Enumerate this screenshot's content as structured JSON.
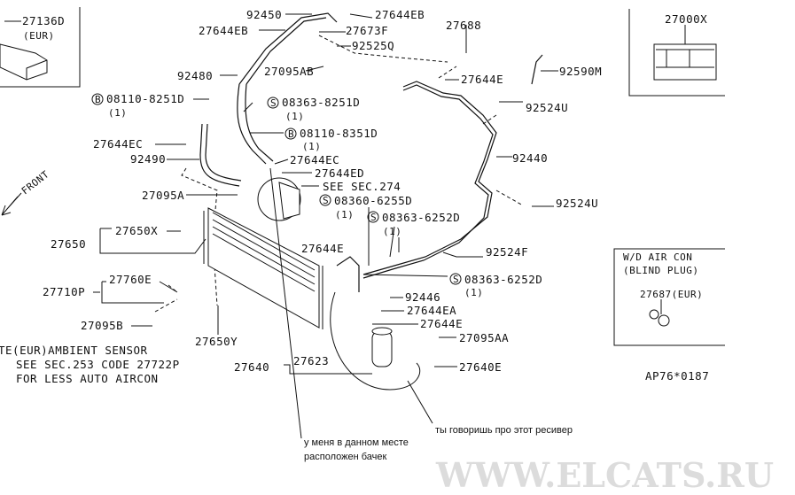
{
  "watermark": "WWW.ELCATS.RU",
  "inset_top_left": {
    "part": "27136D",
    "note": "(EUR)"
  },
  "inset_label": {
    "part": "27000X"
  },
  "inset_blind_plug": {
    "title1": "W/D AIR CON",
    "title2": "(BLIND PLUG)",
    "part": "27687(EUR)"
  },
  "front_label": "FRONT",
  "labels": {
    "p92450": "92450",
    "p27644EB_a": "27644EB",
    "p27644EB_b": "27644EB",
    "p27673F": "27673F",
    "p92525Q": "92525Q",
    "p27688": "27688",
    "p27095AB": "27095AB",
    "p92480": "92480",
    "p27644E_a": "27644E",
    "p92590M": "92590M",
    "b08110_8251D": "08110-8251D",
    "b08110_8251D_qty": "(1)",
    "s08363_8251D": "08363-8251D",
    "s08363_8251D_qty": "(1)",
    "p92524U_a": "92524U",
    "b08110_8351D": "08110-8351D",
    "b08110_8351D_qty": "(1)",
    "p27644EC_a": "27644EC",
    "p92490": "92490",
    "p27644EC_b": "27644EC",
    "p27644ED": "27644ED",
    "p92440": "92440",
    "see_sec_274": "SEE SEC.274",
    "p27095A": "27095A",
    "s08360_6255D": "08360-6255D",
    "s08360_6255D_qty": "(1)",
    "s08363_6252D_a": "08363-6252D",
    "s08363_6252D_a_qty": "(1)",
    "p92524U_b": "92524U",
    "p27650X": "27650X",
    "p27650": "27650",
    "p27644E_b": "27644E",
    "p92524F": "92524F",
    "s08363_6252D_b": "08363-6252D",
    "s08363_6252D_b_qty": "(1)",
    "p27760E": "27760E",
    "p27710P": "27710P",
    "p92446": "92446",
    "p27644EA": "27644EA",
    "p27644E_c": "27644E",
    "p27095B": "27095B",
    "p27095AA": "27095AA",
    "p27650Y": "27650Y",
    "p27640": "27640",
    "p27623": "27623",
    "p27640E": "27640E",
    "diagram_code": "AP76*0187"
  },
  "bolt_marks": {
    "b": "B",
    "s": "S"
  },
  "note": {
    "line1": "TE(EUR)AMBIENT SENSOR",
    "line2": "SEE SEC.253 CODE 27722P",
    "line3": "FOR LESS AUTO AIRCON"
  },
  "annotations": {
    "tank_line1": "у меня в данном месте",
    "tank_line2": "расположен бачек",
    "receiver": "ты говоришь про этот ресивер"
  }
}
